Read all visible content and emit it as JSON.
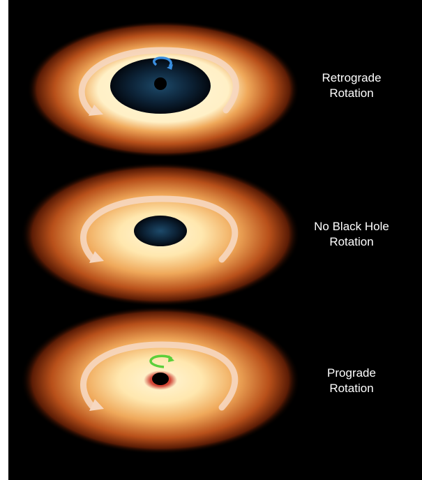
{
  "panels": [
    {
      "id": "retrograde",
      "label_line1": "Retrograde",
      "label_line2": "Rotation",
      "spin_arrow": "blue-counter-arrow-icon",
      "spin_color": "#3a8fe0"
    },
    {
      "id": "no-rotation",
      "label_line1": "No Black Hole",
      "label_line2": "Rotation",
      "spin_arrow": "none",
      "spin_color": ""
    },
    {
      "id": "prograde",
      "label_line1": "Prograde",
      "label_line2": "Rotation",
      "spin_arrow": "green-co-rotating-arrow-icon",
      "spin_color": "#5ccf3a"
    }
  ],
  "colors": {
    "background": "#000000",
    "disk_outer": "#7a2a08",
    "disk_mid": "#d4701f",
    "disk_inner": "#fff1c8",
    "flow_arrow": "#f6d7c0",
    "hole_fill": "#081a2a",
    "prograde_glow": "#e2221a"
  }
}
